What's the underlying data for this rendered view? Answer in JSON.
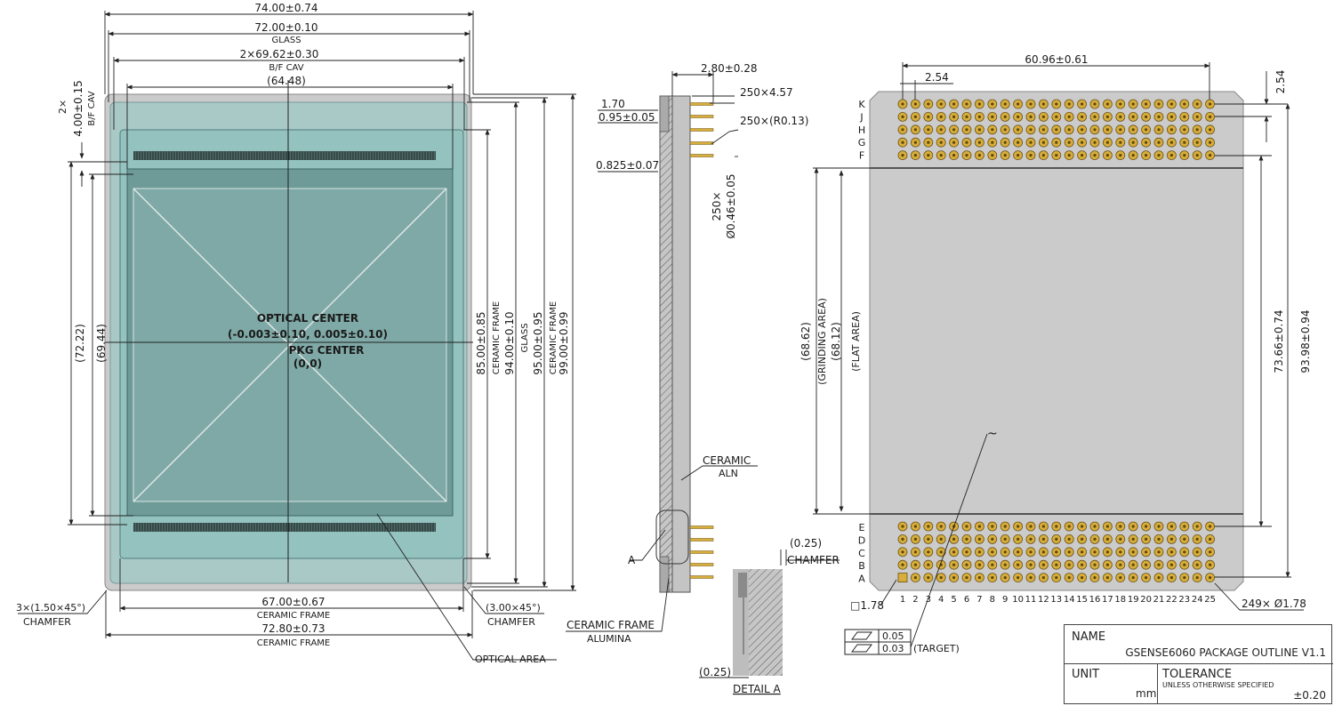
{
  "front_view": {
    "dims_top": [
      {
        "value": "74.00±0.74",
        "label": ""
      },
      {
        "value": "72.00±0.10",
        "label": "GLASS"
      },
      {
        "value": "2×69.62±0.30",
        "label": "B/F CAV"
      },
      {
        "value": "(64.48)",
        "label": ""
      }
    ],
    "dims_bottom": [
      {
        "value": "67.00±0.67",
        "label": "CERAMIC FRAME"
      },
      {
        "value": "72.80±0.73",
        "label": "CERAMIC FRAME"
      }
    ],
    "dims_right": [
      {
        "value": "85.00±0.85",
        "label": "CERAMIC FRAME"
      },
      {
        "value": "94.00±0.10",
        "label": "GLASS"
      },
      {
        "value": "95.00±0.95",
        "label": "CERAMIC FRAME"
      },
      {
        "value": "99.00±0.99",
        "label": ""
      }
    ],
    "dims_left": [
      "(72.22)",
      "(69.44)"
    ],
    "dim_left_top": {
      "prefix": "2×",
      "value": "4.00±0.15",
      "label": "B/F CAV"
    },
    "optical_center": "OPTICAL CENTER",
    "optical_center_coords": "(-0.003±0.10, 0.005±0.10)",
    "pkg_center": "PKG CENTER",
    "pkg_center_coords": "(0,0)",
    "chamfer_left": "3×(1.50×45°)",
    "chamfer_left_label": "CHAMFER",
    "chamfer_right": "(3.00×45°)",
    "chamfer_right_label": "CHAMFER",
    "optical_area": "OPTICAL AREA"
  },
  "side_view": {
    "dim_280": "2.80±0.28",
    "dim_pins_len": "250×4.57",
    "dim_170": "1.70",
    "dim_095": "0.95±0.05",
    "dim_r013": "250×(R0.13)",
    "dim_0825": "0.825±0.07",
    "dim_pin_dia_count": "250×",
    "dim_pin_dia": "Ø0.46±0.05",
    "ceramic": "CERAMIC",
    "ceramic_material": "ALN",
    "ceramic_frame": "CERAMIC FRAME",
    "ceramic_frame_material": "ALUMINA",
    "detail_marker": "A",
    "detail_title": "DETAIL A",
    "detail_dim_top": "(0.25)",
    "detail_dim_bottom": "(0.25)",
    "detail_chamfer": "CHAMFER"
  },
  "bottom_view": {
    "dim_width": "60.96±0.61",
    "dim_pitch_h": "2.54",
    "dim_pitch_v": "2.54",
    "dim_7366": "73.66±0.74",
    "dim_9398": "93.98±0.94",
    "dim_grinding": "(68.62)",
    "dim_grinding_label": "(GRINDING AREA)",
    "dim_flat": "(68.12)",
    "dim_flat_label": "(FLAT AREA)",
    "row_labels_top": [
      "K",
      "J",
      "H",
      "G",
      "F"
    ],
    "row_labels_bottom": [
      "E",
      "D",
      "C",
      "B",
      "A"
    ],
    "col_labels": [
      "1",
      "2",
      "3",
      "4",
      "5",
      "6",
      "7",
      "8",
      "9",
      "10",
      "11",
      "12",
      "13",
      "14",
      "15",
      "16",
      "17",
      "18",
      "19",
      "20",
      "21",
      "22",
      "23",
      "24",
      "25"
    ],
    "pin1_pad": "□1.78",
    "pin_count_dia": "249× Ø1.78",
    "flatness_1": "0.05",
    "flatness_2": "0.03",
    "flatness_target": "(TARGET)",
    "approx_mark": "~"
  },
  "title_block": {
    "name_label": "NAME",
    "name_value": "GSENSE6060 PACKAGE OUTLINE V1.1",
    "unit_label": "UNIT",
    "unit_value": "mm",
    "tolerance_label": "TOLERANCE",
    "tolerance_sub": "UNLESS OTHERWISE SPECIFIED",
    "tolerance_value": "±0.20"
  },
  "colors": {
    "package": "#c8c8c8",
    "glass": "#8fc4c2",
    "die": "#6f9d9a",
    "pin_gold": "#d8ae3a",
    "ceramic_side": "#b8b8b8"
  }
}
